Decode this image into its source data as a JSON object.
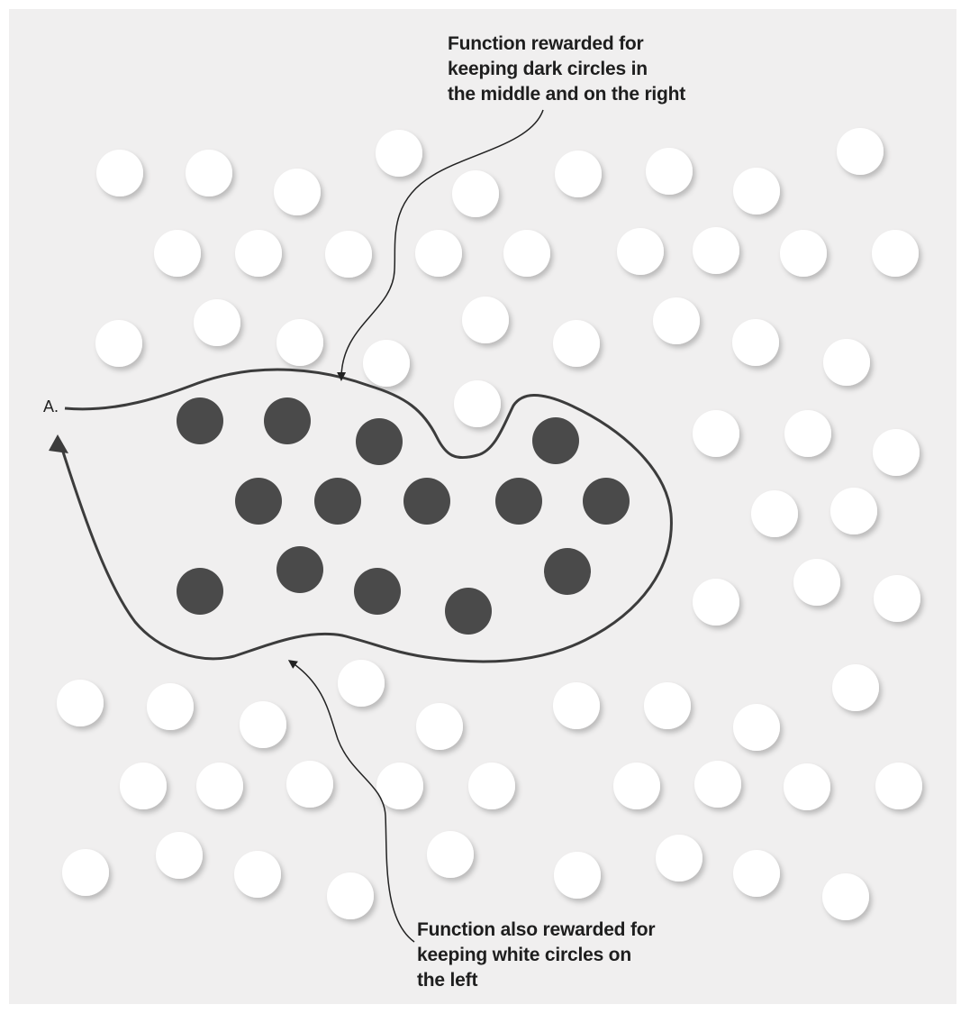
{
  "callouts": {
    "top": {
      "lines": [
        "Function rewarded for",
        "keeping dark circles in",
        "the middle and on the right"
      ]
    },
    "bottom": {
      "lines": [
        "Function also rewarded for",
        "keeping white circles on",
        "the left"
      ]
    }
  },
  "region_label": "A.",
  "colors": {
    "background": "#f0efef",
    "white_circle": "#ffffff",
    "dark_circle": "#4a4a4a",
    "outline": "#3c3c3c"
  },
  "counts": {
    "dark_circles": 14
  }
}
